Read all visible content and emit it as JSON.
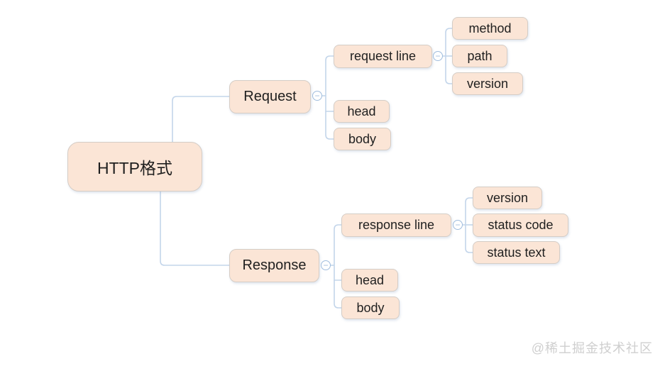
{
  "colors": {
    "node_fill": "#fbe5d6",
    "node_border": "#d5cdc6",
    "connector": "#c3d5ea",
    "toggle_border": "#9fbcdd",
    "text": "#1f1f1f",
    "watermark": "#cfcfcf",
    "background": "#ffffff"
  },
  "toggle": {
    "glyph": "−"
  },
  "watermark": {
    "text": "@稀土掘金技术社区"
  },
  "tree": {
    "label": "HTTP格式",
    "children": [
      {
        "label": "Request",
        "children": [
          {
            "label": "request line",
            "children": [
              {
                "label": "method"
              },
              {
                "label": "path"
              },
              {
                "label": "version"
              }
            ]
          },
          {
            "label": "head"
          },
          {
            "label": "body"
          }
        ]
      },
      {
        "label": "Response",
        "children": [
          {
            "label": "response line",
            "children": [
              {
                "label": "version"
              },
              {
                "label": "status code"
              },
              {
                "label": "status text"
              }
            ]
          },
          {
            "label": "head"
          },
          {
            "label": "body"
          }
        ]
      }
    ]
  }
}
